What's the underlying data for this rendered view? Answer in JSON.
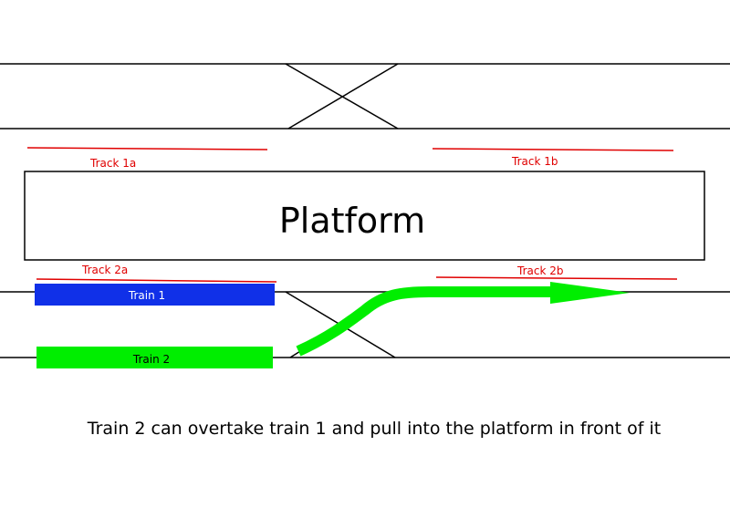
{
  "labels": {
    "track_1a": "Track 1a",
    "track_1b": "Track 1b",
    "track_2a": "Track 2a",
    "track_2b": "Track 2b",
    "platform": "Platform",
    "train_1": "Train 1",
    "train_2": "Train 2"
  },
  "caption": "Train 2 can overtake train 1 and pull into the platform in front of it",
  "colors": {
    "track_marker": "#e00000",
    "train_1": "#1030e8",
    "train_2": "#00ee00",
    "arrow": "#00ee00",
    "rail": "#000000"
  }
}
